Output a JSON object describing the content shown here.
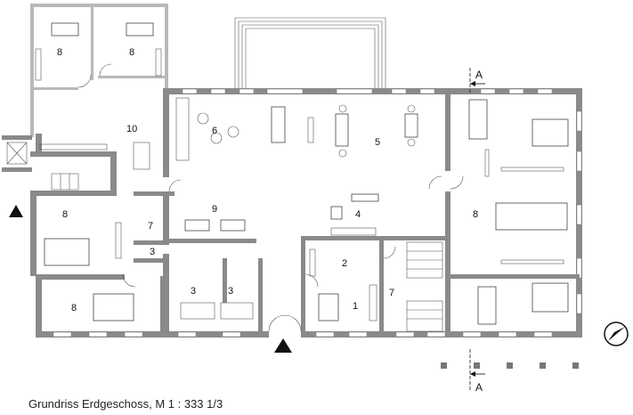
{
  "caption": "Grundriss Erdgeschoss, M 1 : 333 1/3",
  "rooms": {
    "r1": "1",
    "r2": "2",
    "r3a": "3",
    "r3b": "3",
    "r3c": "3",
    "r4": "4",
    "r5": "5",
    "r6": "6",
    "r7a": "7",
    "r7b": "7",
    "r8a": "8",
    "r8b": "8",
    "r8c": "8",
    "r8d": "8",
    "r8e": "8",
    "r9": "9",
    "r10": "10"
  },
  "section_markers": {
    "top": "A",
    "bottom": "A"
  },
  "icons": {
    "entrance": "triangle-entrance-icon",
    "north": "north-arrow-icon"
  },
  "colors": {
    "wall": "#8a8a8a",
    "line": "#333333"
  }
}
